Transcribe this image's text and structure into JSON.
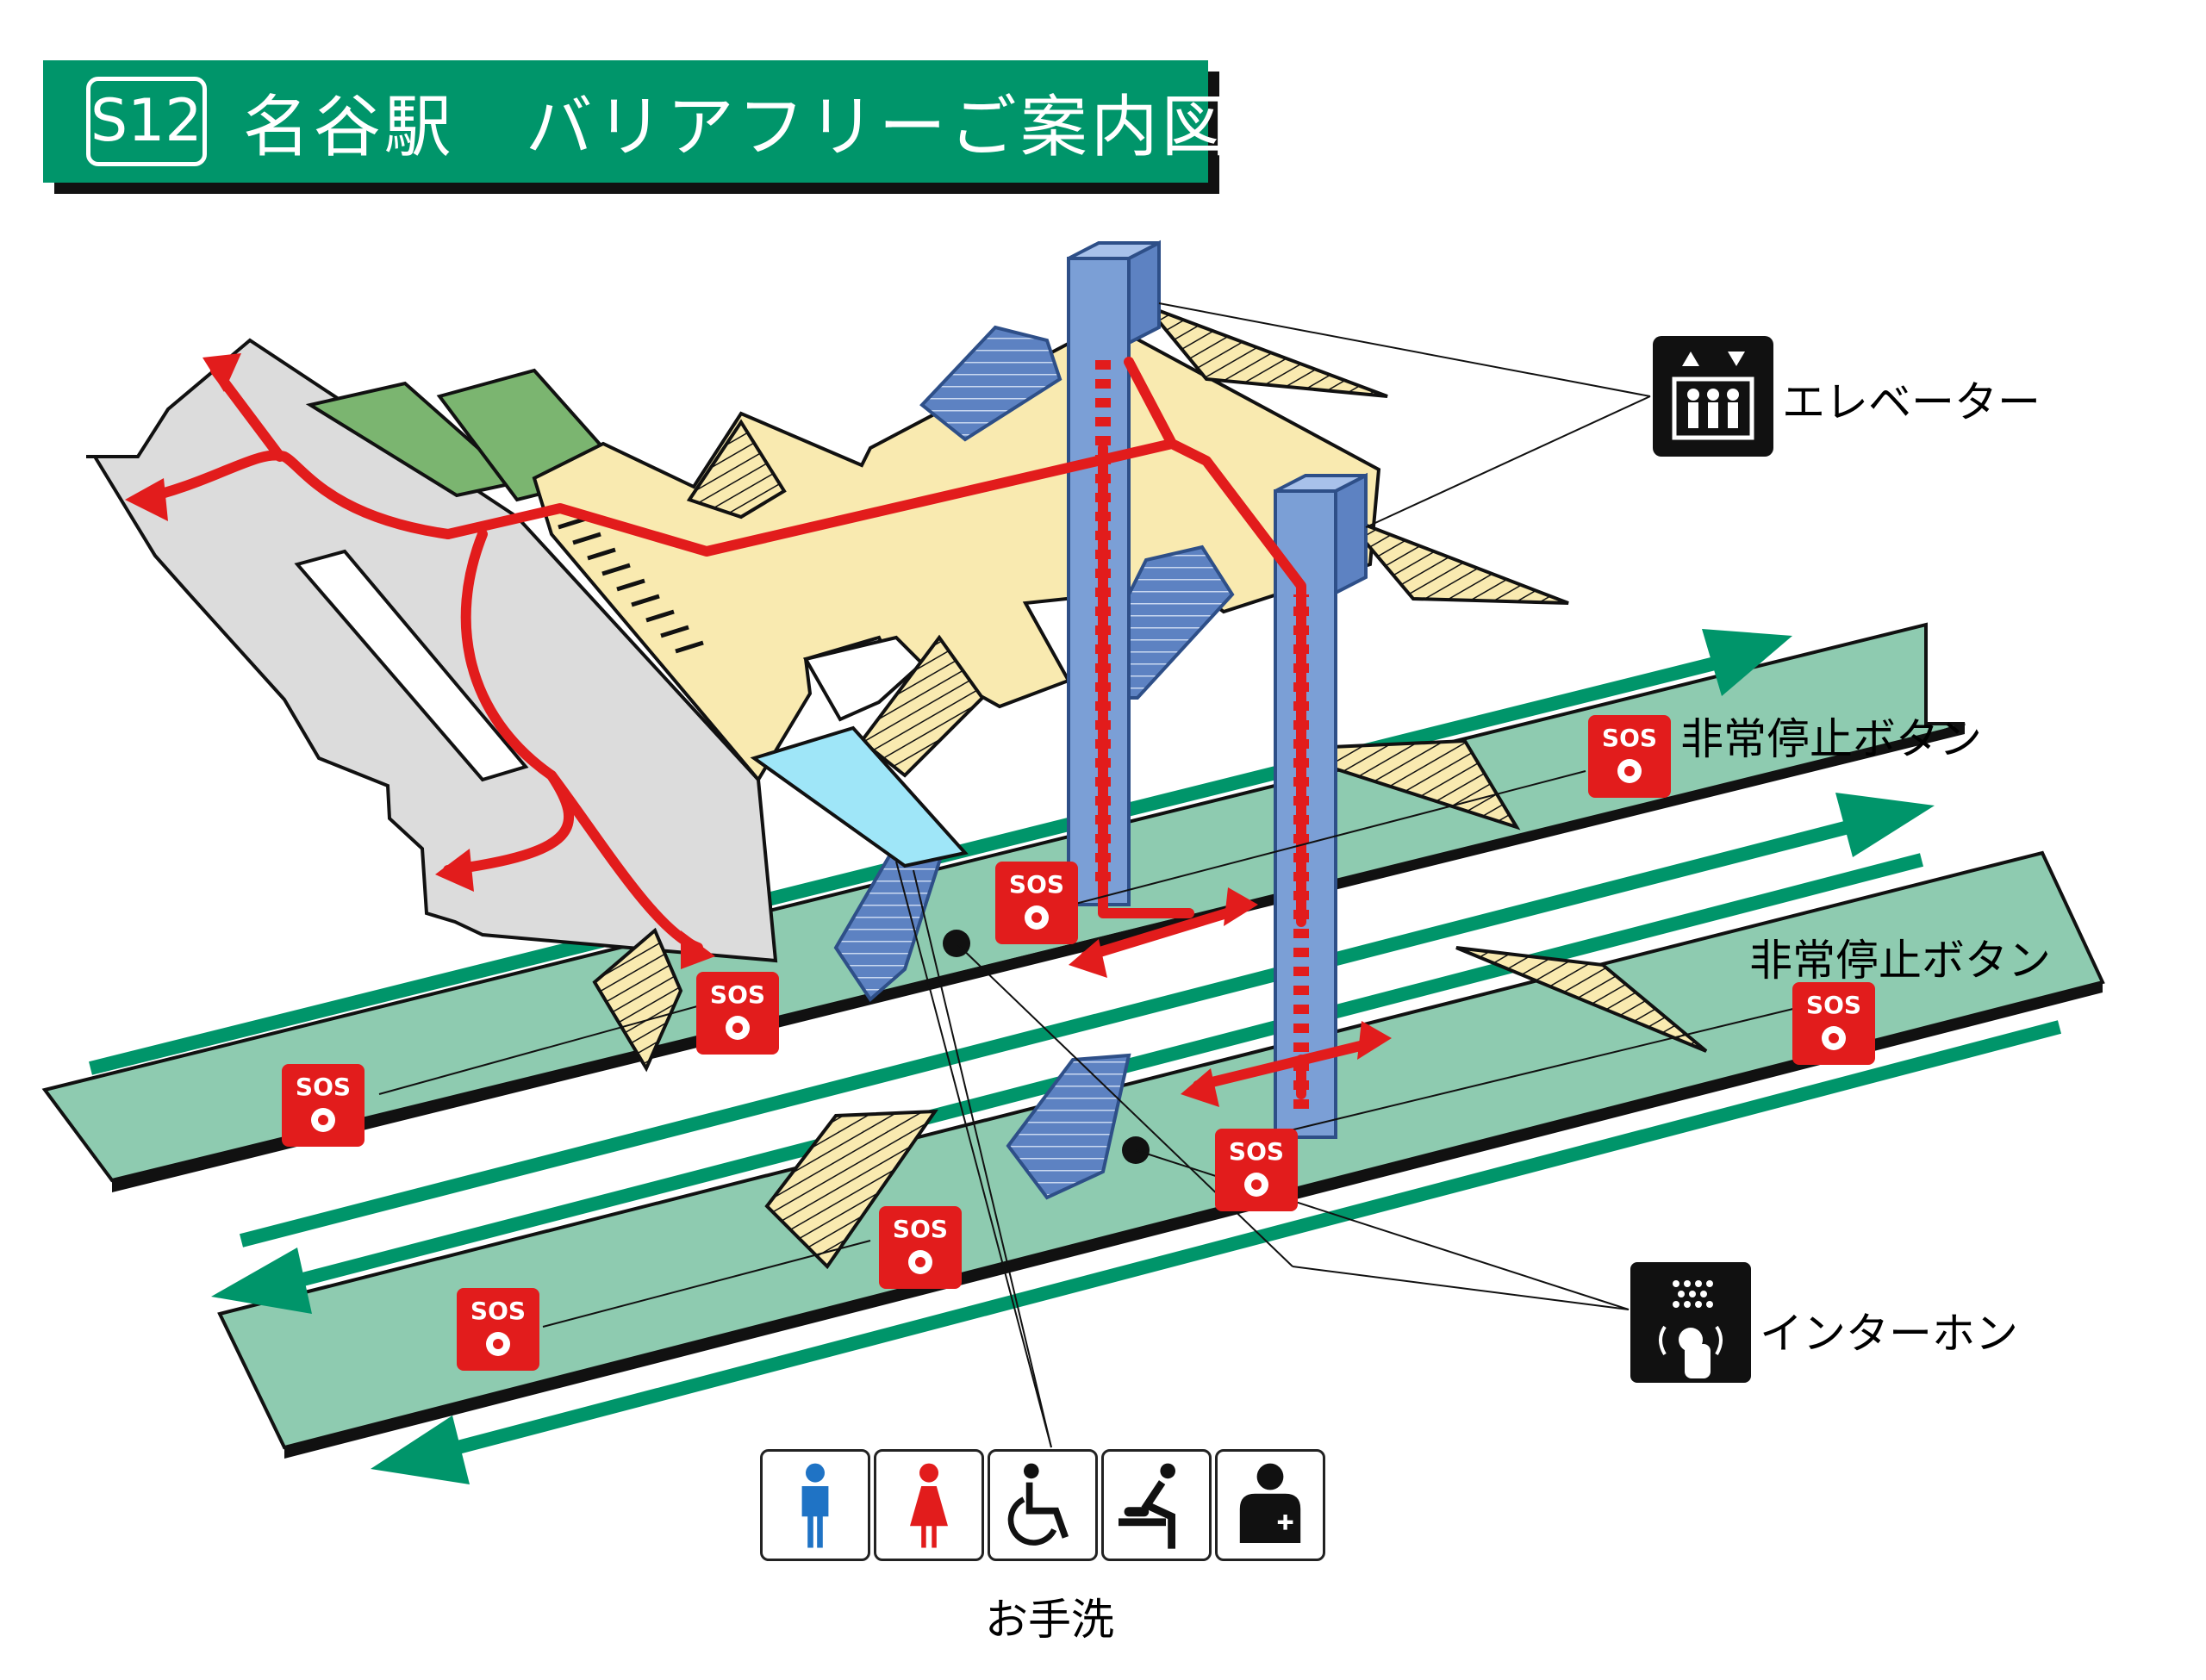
{
  "title": {
    "station_code": "S12",
    "text": "名谷駅　バリアフリーご案内図"
  },
  "labels": {
    "elevator": "エレベーター",
    "emergency_stop_1": "非常停止ボタン",
    "emergency_stop_2": "非常停止ボタン",
    "intercom": "インターホン",
    "restroom": "お手洗"
  },
  "sos_text": "SOS",
  "icons": {
    "elevator": "elevator-icon",
    "intercom": "intercom-icon",
    "sos": "sos-button-icon",
    "restroom": [
      "male-icon",
      "female-icon",
      "wheelchair-icon",
      "baby-changing-icon",
      "ostomate-icon"
    ]
  },
  "colors": {
    "title_green": "#00956a",
    "platform": "#8ecbb0",
    "track_arrow": "#00956a",
    "concourse": "#f9eab0",
    "gray_floor": "#dcdcdc",
    "route_red": "#e21c1c",
    "elevator_blue": "#7b9fd6",
    "escalator_blue": "#5d82c2",
    "sos_red": "#e21c1c",
    "male_blue": "#1f73c5",
    "female_red": "#e21c1c",
    "exit_green": "#7bb570",
    "light_blue": "#9fe6f8"
  }
}
